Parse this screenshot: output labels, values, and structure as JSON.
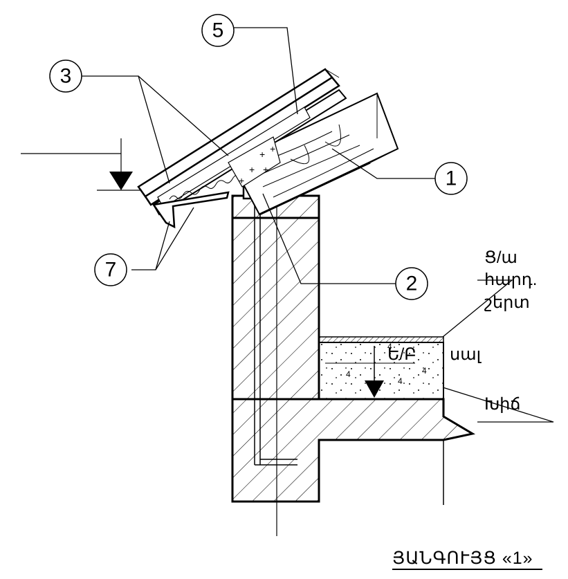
{
  "callouts": [
    "1",
    "2",
    "3",
    "5",
    "7"
  ],
  "labels": {
    "waterproof_1": "Ց/ա",
    "waterproof_2": "հարդ.",
    "waterproof_3": "շերտ",
    "concrete_material": "Ե/Բ",
    "concrete_suffix": "սալ",
    "ground": "Խիճ"
  },
  "title": "ՅԱՆԳՈՒՅՑ «1»"
}
